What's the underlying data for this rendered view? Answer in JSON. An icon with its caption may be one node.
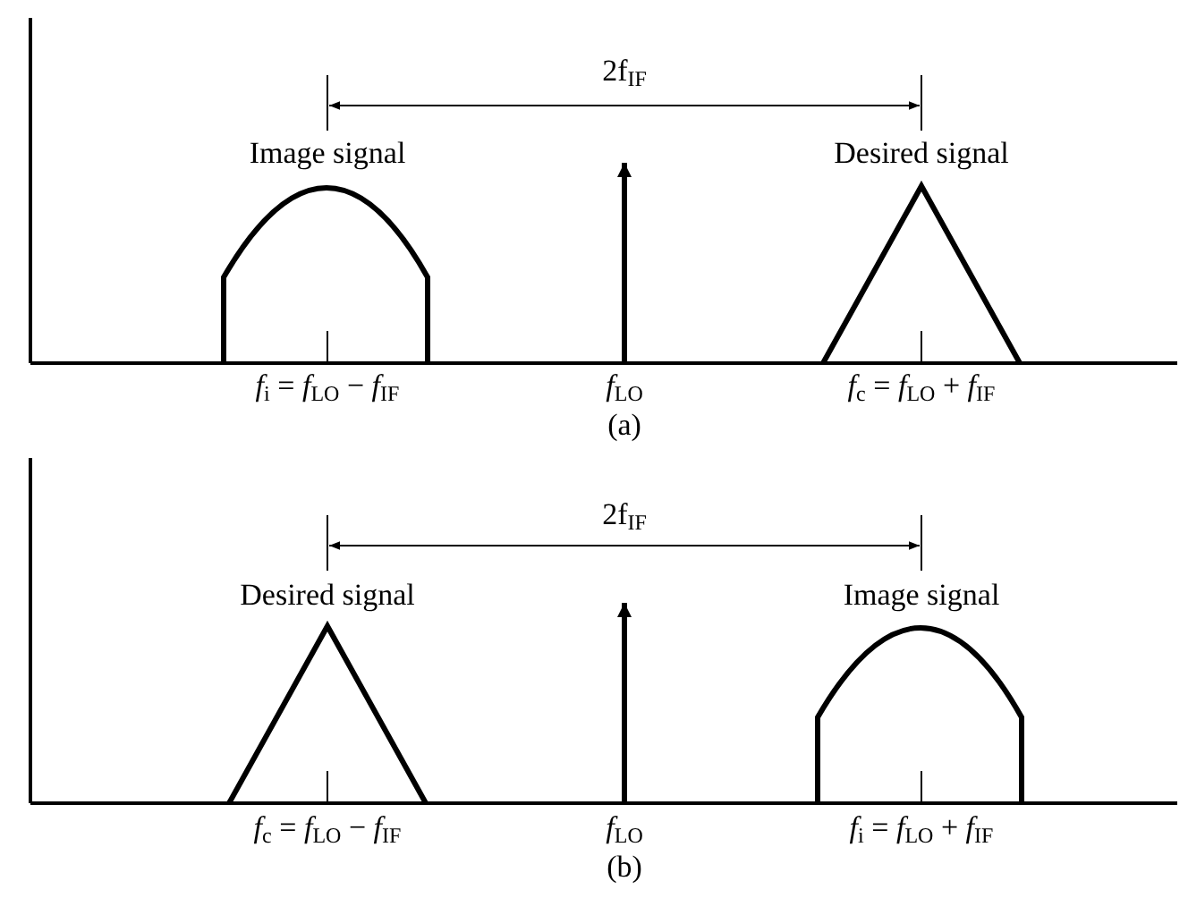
{
  "diagram": {
    "labels": [
      "2f$_{IF}$",
      "Image signal",
      "Desired signal",
      "*f*$_{i}$ = *f*$_{LO}$ − *f*$_{IF}$",
      "*f*$_{LO}$",
      "*f*$_{c}$ = *f*$_{LO}$ + *f*$_{IF}$",
      "(a)",
      "2f$_{IF}$",
      "Desired signal",
      "Image signal",
      "*f*$_{c}$ = *f*$_{LO}$ − *f*$_{IF}$",
      "*f*$_{LO}$",
      "*f*$_{i}$ = *f*$_{LO}$ + *f*$_{IF}$",
      "(b)"
    ]
  }
}
